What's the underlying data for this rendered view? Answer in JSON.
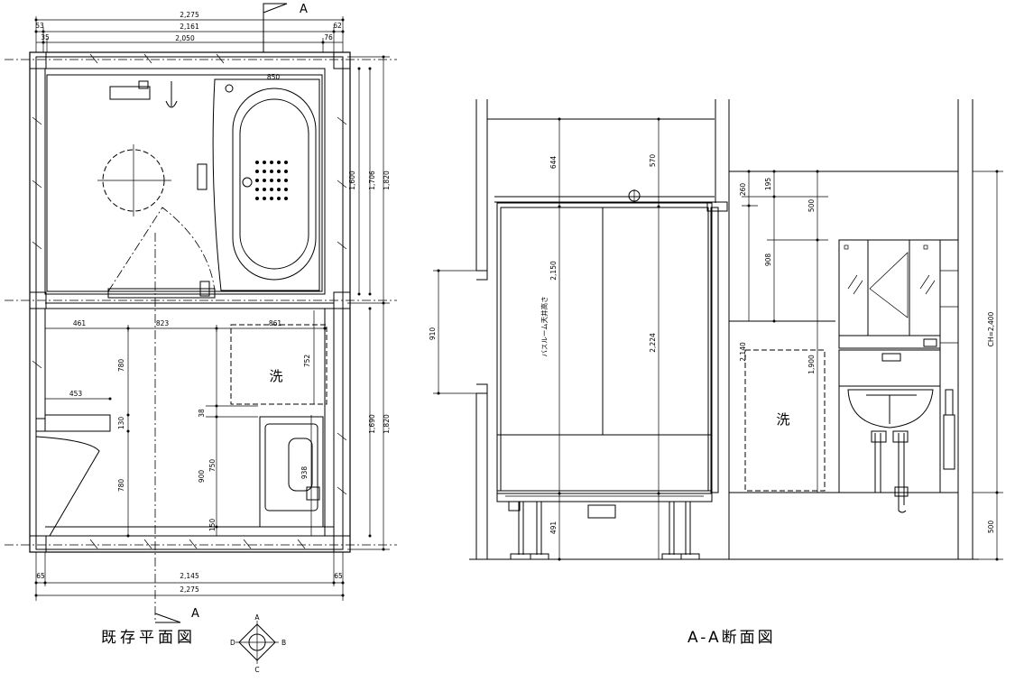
{
  "titles": {
    "plan": "既存平面図",
    "section": "A-A断面図"
  },
  "section_marks": {
    "top": "A",
    "bottom": "A"
  },
  "compass": {
    "n": "A",
    "e": "B",
    "s": "C",
    "w": "D"
  },
  "plan_dims": {
    "top1": "2,275",
    "top2": "2,161",
    "top2_right": "62",
    "top2_left": "53",
    "top3": "2,050",
    "top3_left": "35",
    "top3_right": "76",
    "bath_850": "850",
    "bottom_left": "65",
    "bottom_mid": "2,145",
    "bottom_right": "65",
    "bottom_total": "2,275",
    "right_1820a": "1,820",
    "right_1706": "1,706",
    "right_1600": "1,600",
    "right_1820b": "1,820",
    "right_1690": "1,690",
    "w_461": "461",
    "w_823": "823",
    "w_861": "861",
    "w_453": "453",
    "v_780a": "780",
    "v_130": "130",
    "v_780b": "780",
    "v_752": "752",
    "v_38": "38",
    "v_900": "900",
    "v_750": "750",
    "v_150": "150",
    "v_938": "938",
    "wash_char": "洗"
  },
  "section_dims": {
    "d_910": "910",
    "d_644": "644",
    "d_570": "570",
    "d_2150": "2,150",
    "room_label": "バスルーム天井高さ",
    "d_2224": "2,224",
    "d_491": "491",
    "d_260": "260",
    "d_195": "195",
    "d_500": "500",
    "d_908": "908",
    "d_2140": "2,140",
    "d_1900": "1,900",
    "d_ch": "CH=2,400",
    "d_500b": "500",
    "wash_char": "洗"
  }
}
